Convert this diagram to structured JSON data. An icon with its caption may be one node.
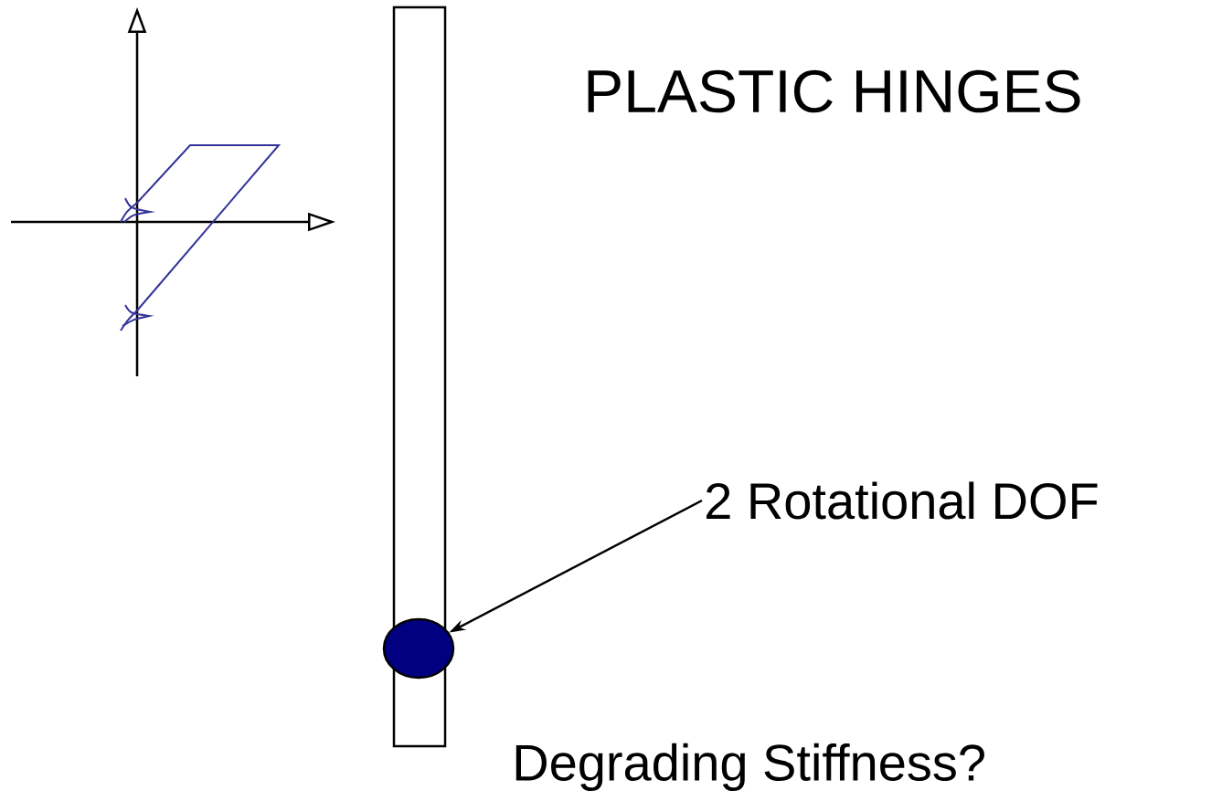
{
  "diagram": {
    "title": "PLASTIC HINGES",
    "nodes": [
      {
        "text": [
          "2 Rotational DOF"
        ]
      },
      {
        "text": [],
        "shape": "circle"
      }
    ],
    "edges": [
      {
        "from": 0,
        "to": 1,
        "arrow": "to"
      }
    ],
    "labels": [
      "Degrading Stiffness?"
    ]
  }
}
